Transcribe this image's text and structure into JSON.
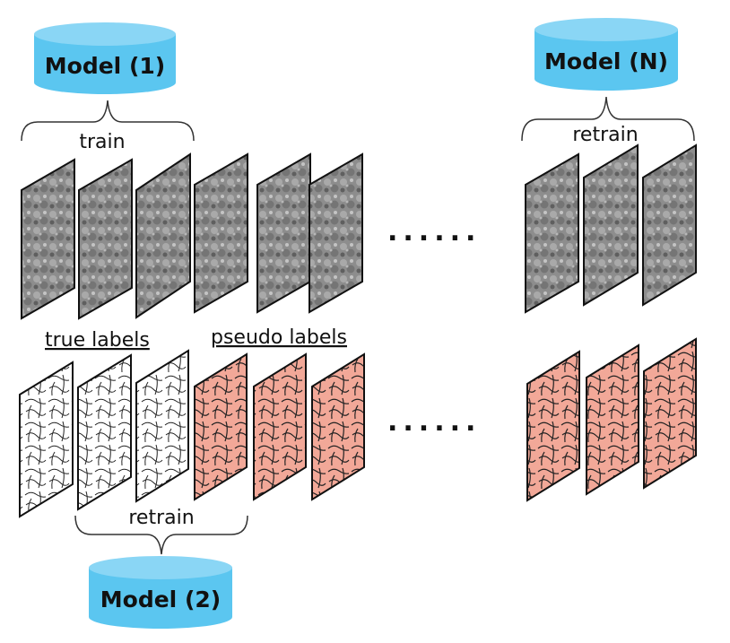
{
  "models": [
    {
      "label": "Model (1)",
      "color": "#5bc6f0"
    },
    {
      "label": "Model (N)",
      "color": "#5bc6f0"
    },
    {
      "label": "Model (2)",
      "color": "#5bc6f0"
    }
  ],
  "captions": {
    "train": "train",
    "retrain_top": "retrain",
    "retrain_bottom": "retrain",
    "true_labels": "true labels",
    "pseudo_labels": "pseudo labels"
  },
  "ellipsis": "......",
  "colors": {
    "image_fill": "#8a8a8a",
    "true_label_fill": "#ffffff",
    "pseudo_label_fill": "#f2a898",
    "stroke": "#111111"
  }
}
